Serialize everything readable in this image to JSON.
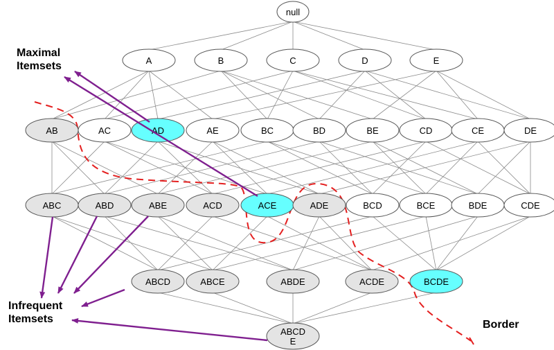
{
  "labels": {
    "maximal_line1": "Maximal",
    "maximal_line2": "Itemsets",
    "infrequent_line1": "Infrequent",
    "infrequent_line2": "Itemsets",
    "border": "Border"
  },
  "colors": {
    "frequent": "#ffffff",
    "infrequent": "#e4e4e4",
    "maximal": "#66ffff",
    "edge": "#8a8a8a",
    "arrow": "#7f1f8f",
    "border_line": "#e41f1f"
  },
  "lattice": {
    "levels": [
      [
        {
          "id": "null",
          "label": "null",
          "status": "frequent"
        }
      ],
      [
        {
          "id": "A",
          "label": "A",
          "status": "frequent"
        },
        {
          "id": "B",
          "label": "B",
          "status": "frequent"
        },
        {
          "id": "C",
          "label": "C",
          "status": "frequent"
        },
        {
          "id": "D",
          "label": "D",
          "status": "frequent"
        },
        {
          "id": "E",
          "label": "E",
          "status": "frequent"
        }
      ],
      [
        {
          "id": "AB",
          "label": "AB",
          "status": "infrequent"
        },
        {
          "id": "AC",
          "label": "AC",
          "status": "frequent"
        },
        {
          "id": "AD",
          "label": "AD",
          "status": "maximal"
        },
        {
          "id": "AE",
          "label": "AE",
          "status": "frequent"
        },
        {
          "id": "BC",
          "label": "BC",
          "status": "frequent"
        },
        {
          "id": "BD",
          "label": "BD",
          "status": "frequent"
        },
        {
          "id": "BE",
          "label": "BE",
          "status": "frequent"
        },
        {
          "id": "CD",
          "label": "CD",
          "status": "frequent"
        },
        {
          "id": "CE",
          "label": "CE",
          "status": "frequent"
        },
        {
          "id": "DE",
          "label": "DE",
          "status": "frequent"
        }
      ],
      [
        {
          "id": "ABC",
          "label": "ABC",
          "status": "infrequent"
        },
        {
          "id": "ABD",
          "label": "ABD",
          "status": "infrequent"
        },
        {
          "id": "ABE",
          "label": "ABE",
          "status": "infrequent"
        },
        {
          "id": "ACD",
          "label": "ACD",
          "status": "infrequent"
        },
        {
          "id": "ACE",
          "label": "ACE",
          "status": "maximal"
        },
        {
          "id": "ADE",
          "label": "ADE",
          "status": "infrequent"
        },
        {
          "id": "BCD",
          "label": "BCD",
          "status": "frequent"
        },
        {
          "id": "BCE",
          "label": "BCE",
          "status": "frequent"
        },
        {
          "id": "BDE",
          "label": "BDE",
          "status": "frequent"
        },
        {
          "id": "CDE",
          "label": "CDE",
          "status": "frequent"
        }
      ],
      [
        {
          "id": "ABCD",
          "label": "ABCD",
          "status": "infrequent"
        },
        {
          "id": "ABCE",
          "label": "ABCE",
          "status": "infrequent"
        },
        {
          "id": "ABDE",
          "label": "ABDE",
          "status": "infrequent"
        },
        {
          "id": "ACDE",
          "label": "ACDE",
          "status": "infrequent"
        },
        {
          "id": "BCDE",
          "label": "BCDE",
          "status": "maximal"
        }
      ],
      [
        {
          "id": "ABCDE",
          "label": "ABCD\nE",
          "status": "infrequent"
        }
      ]
    ]
  }
}
